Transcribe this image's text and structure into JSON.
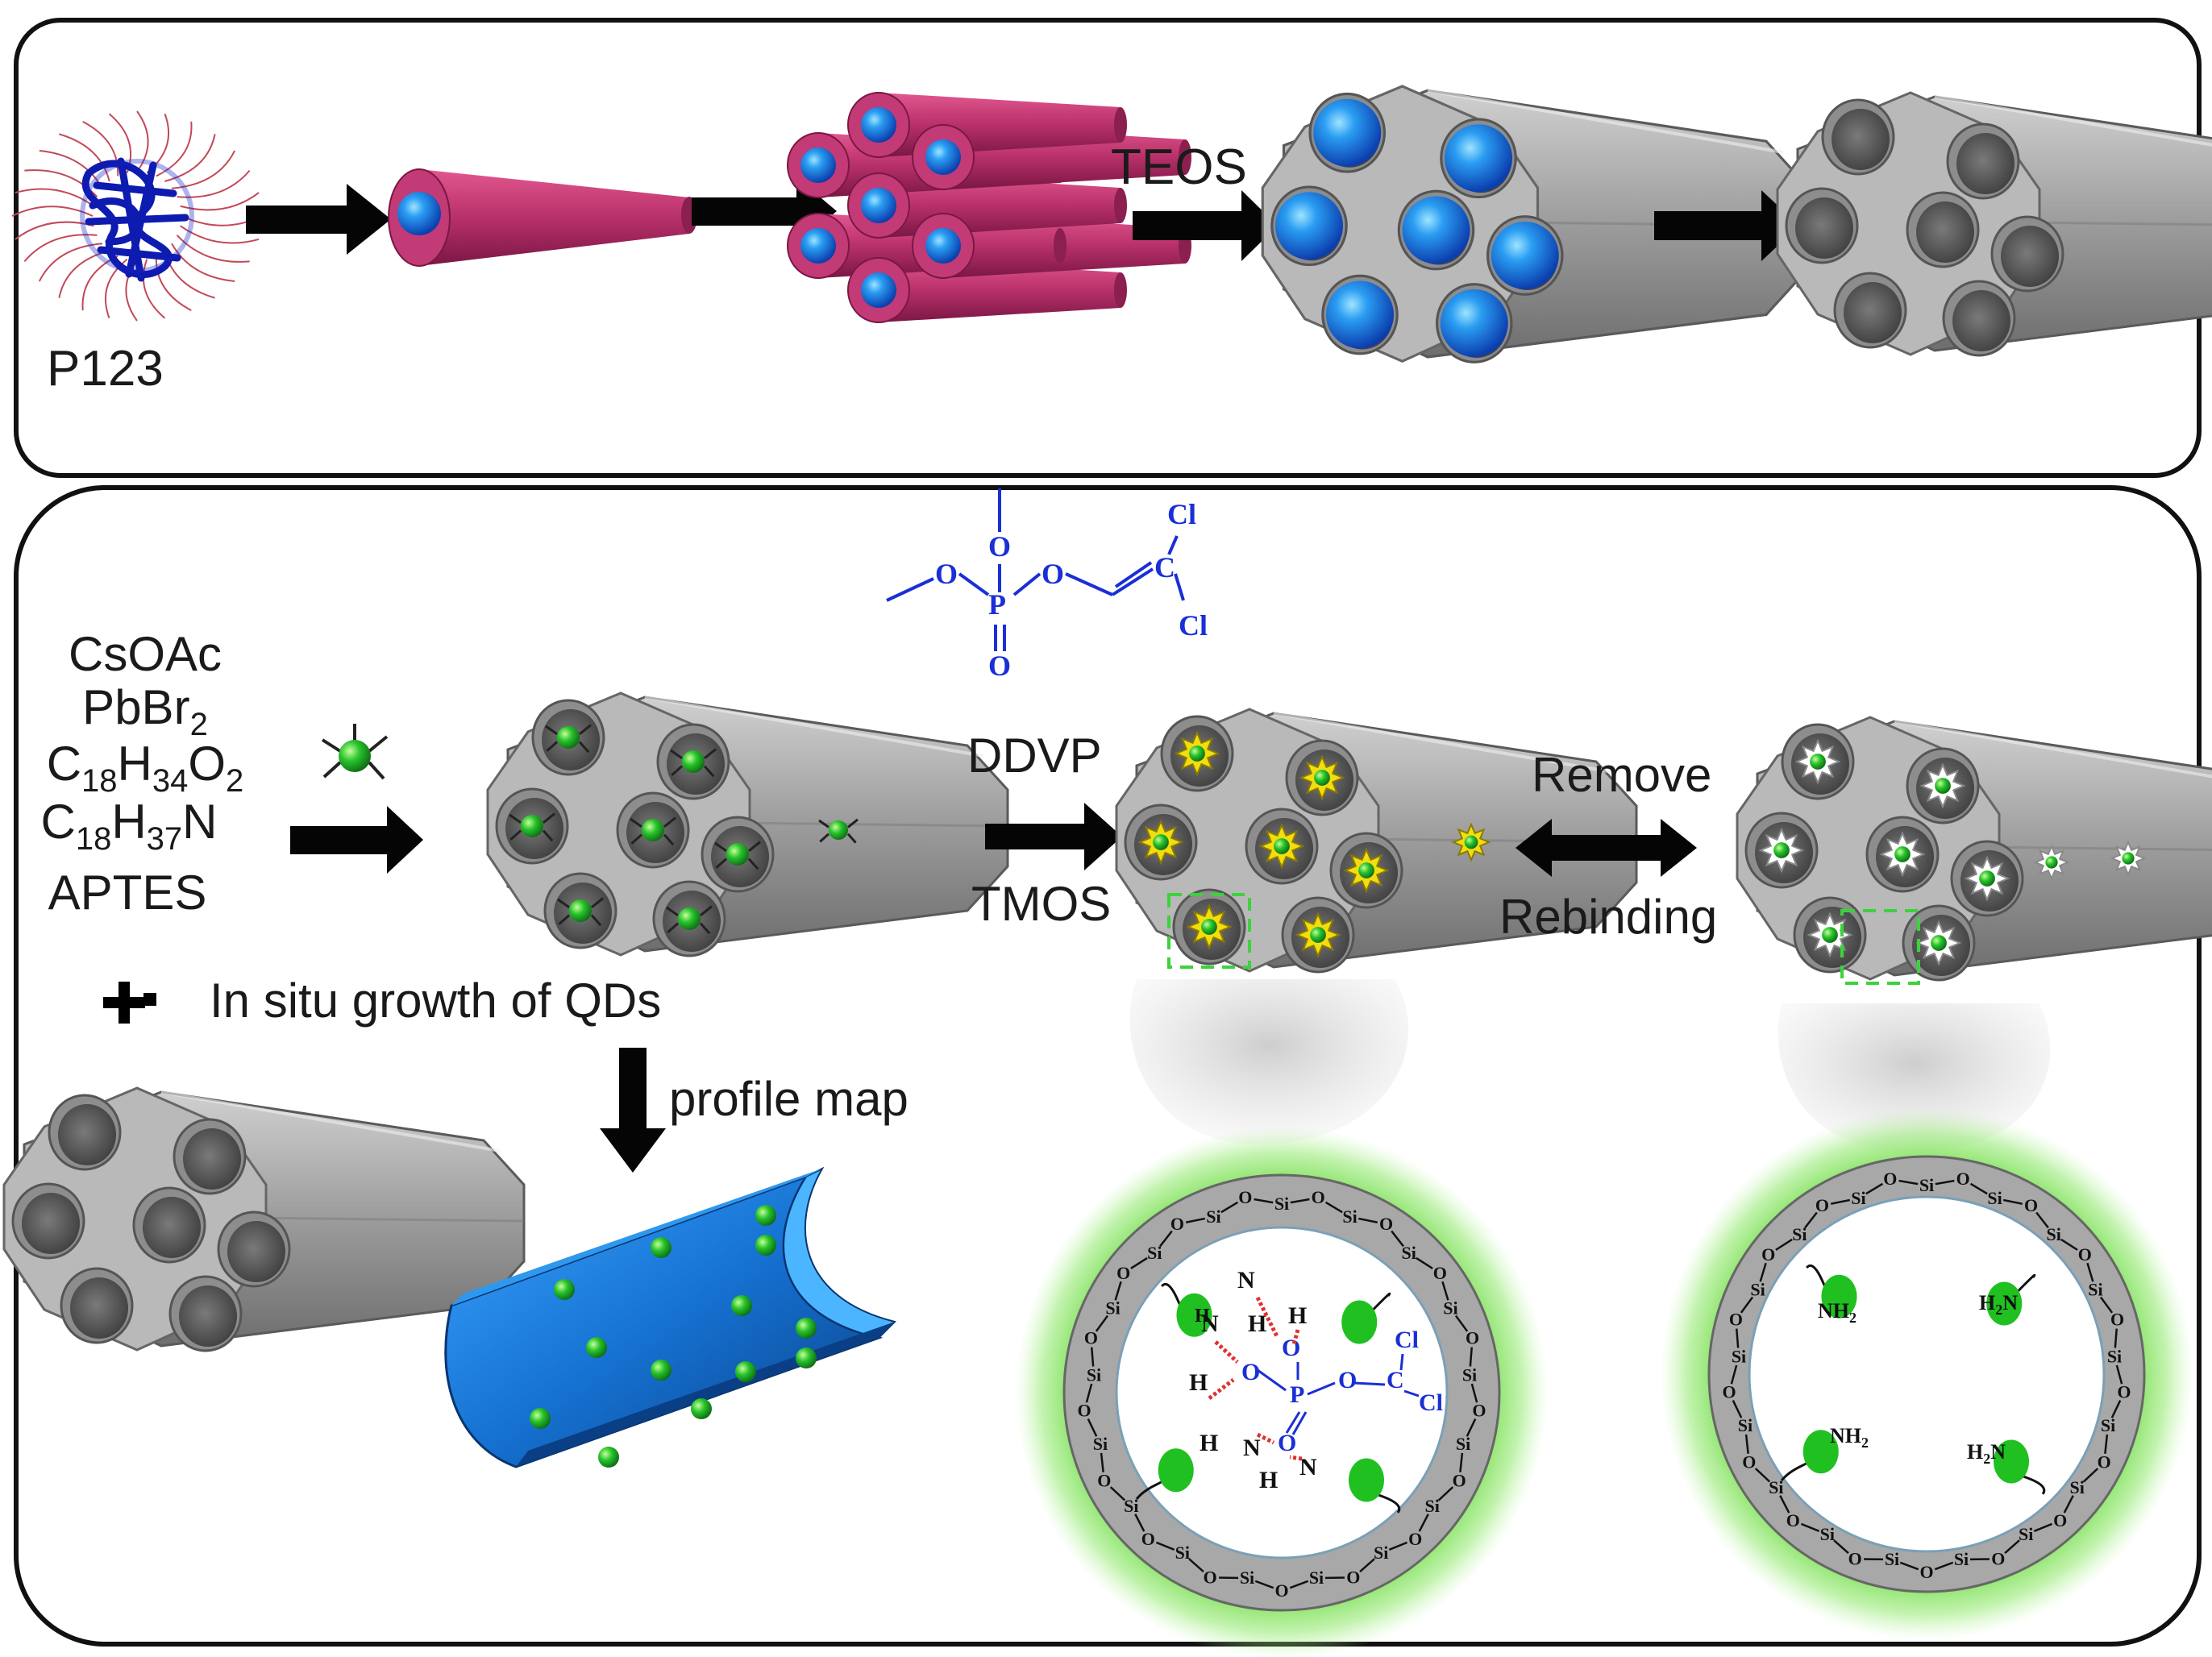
{
  "colors": {
    "frame": "#111111",
    "silica_gray": "#a9a9a9",
    "pore_dark": "#5e5e5e",
    "template_blue": "#1e78e8",
    "rod_magenta": "#b8306a",
    "qd_green": "#22b22a",
    "molecule_blue": "#1a2fd6",
    "hbond_red": "#e03030",
    "glow_green": "#7fe05a",
    "imprint_yellow": "#f2dd10"
  },
  "top_panel": {
    "surfactant_label": "P123",
    "step3_label": "TEOS"
  },
  "bottom_panel": {
    "reagents": {
      "r1": "CsOAc",
      "r2": {
        "base": "PbBr",
        "sub": "2"
      },
      "r3": {
        "c": "C",
        "c_sub": "18",
        "h": "H",
        "h_sub": "34",
        "o": "O",
        "o_sub": "2"
      },
      "r4": {
        "c": "C",
        "c_sub": "18",
        "h": "H",
        "h_sub": "37",
        "n": "N"
      },
      "r5": "APTES"
    },
    "plus_sign": "+",
    "growth_label": "In situ growth of QDs",
    "imprint_top_label": "DDVP",
    "imprint_bottom_label": "TMOS",
    "remove_label": "Remove",
    "rebinding_label": "Rebinding",
    "profile_label": "profile map",
    "ddvp_structure": {
      "o": "O",
      "p": "P",
      "c": "C",
      "cl": "Cl"
    },
    "pore_atoms": {
      "si": "Si",
      "o": "O",
      "n": "N",
      "h": "H",
      "nh2": "NH",
      "nh2_sub": "2",
      "h2n": "H",
      "h2n_sub": "2",
      "h2n_tail": "N"
    }
  },
  "icons": [
    "arrow-right-icon",
    "double-arrow-icon",
    "arrow-down-icon",
    "plus-icon"
  ]
}
